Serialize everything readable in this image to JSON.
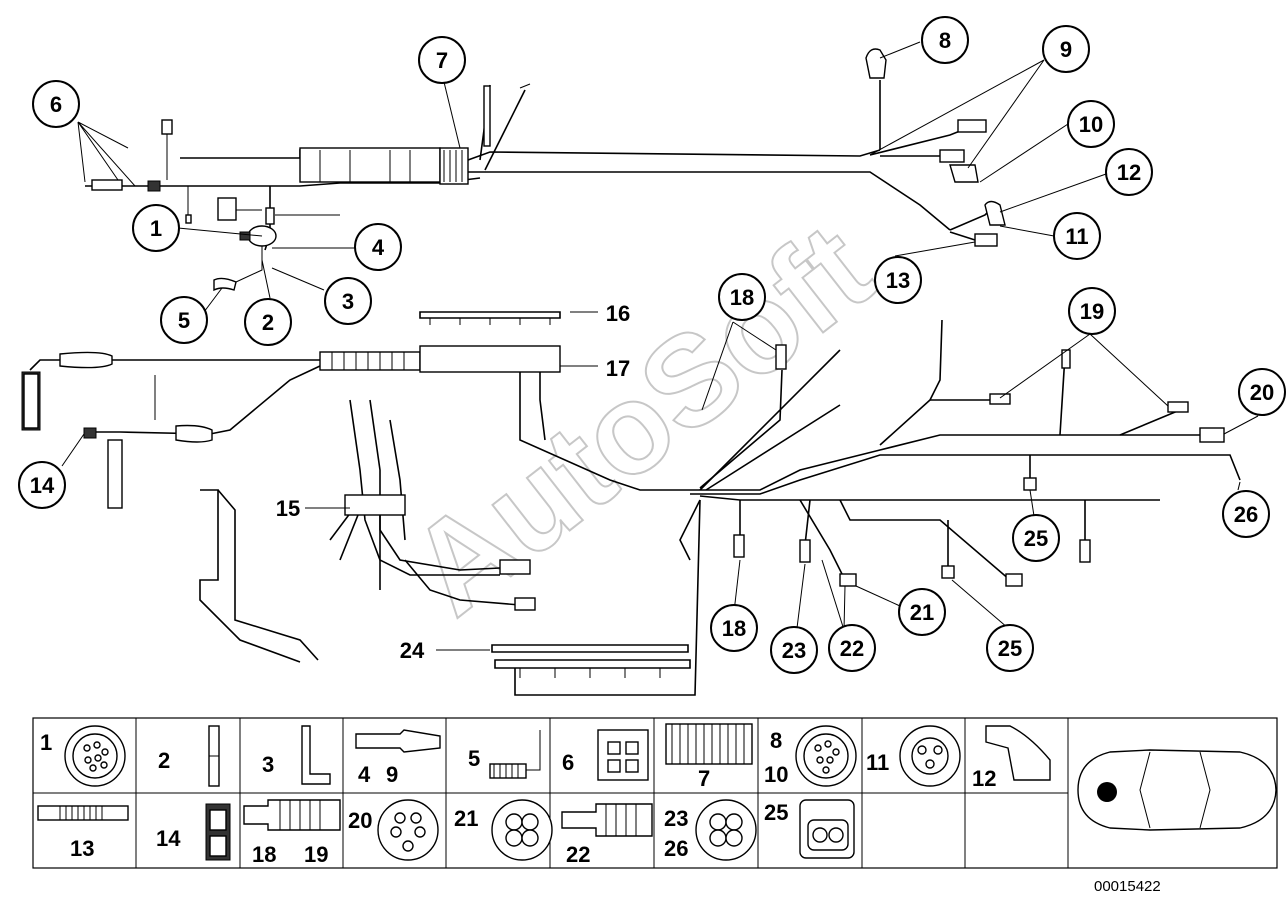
{
  "diagram": {
    "reference_number": "00015422",
    "watermark": "AutoSoft",
    "callouts": [
      {
        "id": "c1",
        "label": "1"
      },
      {
        "id": "c2",
        "label": "2"
      },
      {
        "id": "c3",
        "label": "3"
      },
      {
        "id": "c4",
        "label": "4"
      },
      {
        "id": "c5",
        "label": "5"
      },
      {
        "id": "c6",
        "label": "6"
      },
      {
        "id": "c7",
        "label": "7"
      },
      {
        "id": "c8",
        "label": "8"
      },
      {
        "id": "c9",
        "label": "9"
      },
      {
        "id": "c10",
        "label": "10"
      },
      {
        "id": "c11",
        "label": "11"
      },
      {
        "id": "c12",
        "label": "12"
      },
      {
        "id": "c13",
        "label": "13"
      },
      {
        "id": "c14",
        "label": "14"
      },
      {
        "id": "c15",
        "label": "15"
      },
      {
        "id": "c16",
        "label": "16"
      },
      {
        "id": "c17",
        "label": "17"
      },
      {
        "id": "c18a",
        "label": "18"
      },
      {
        "id": "c18b",
        "label": "18"
      },
      {
        "id": "c19",
        "label": "19"
      },
      {
        "id": "c20",
        "label": "20"
      },
      {
        "id": "c21",
        "label": "21"
      },
      {
        "id": "c22",
        "label": "22"
      },
      {
        "id": "c23",
        "label": "23"
      },
      {
        "id": "c24",
        "label": "24"
      },
      {
        "id": "c25a",
        "label": "25"
      },
      {
        "id": "c25b",
        "label": "25"
      },
      {
        "id": "c26",
        "label": "26"
      }
    ],
    "legend": [
      {
        "labels": [
          "1"
        ],
        "icon": "round-connector-icon"
      },
      {
        "labels": [
          "2"
        ],
        "icon": "bar-connector-icon"
      },
      {
        "labels": [
          "3"
        ],
        "icon": "angle-bracket-icon"
      },
      {
        "labels": [
          "4",
          "9"
        ],
        "icon": "plug-sleeve-icon"
      },
      {
        "labels": [
          "5"
        ],
        "icon": "gear-sensor-icon"
      },
      {
        "labels": [
          "6"
        ],
        "icon": "relay-socket-icon"
      },
      {
        "labels": [
          "7"
        ],
        "icon": "corrugated-tube-icon"
      },
      {
        "labels": [
          "8",
          "10"
        ],
        "icon": "round-multipin-icon"
      },
      {
        "labels": [
          "11"
        ],
        "icon": "round-4pin-icon"
      },
      {
        "labels": [
          "12"
        ],
        "icon": "angled-boot-icon"
      },
      {
        "labels": [
          "13"
        ],
        "icon": "sensor-lead-icon"
      },
      {
        "labels": [
          "14"
        ],
        "icon": "flat-2pin-icon"
      },
      {
        "labels": [
          "18",
          "19"
        ],
        "icon": "bellows-plug-icon"
      },
      {
        "labels": [
          "20"
        ],
        "icon": "round-6pin-icon"
      },
      {
        "labels": [
          "21"
        ],
        "icon": "round-quad-icon"
      },
      {
        "labels": [
          "22"
        ],
        "icon": "bellows-boot-icon"
      },
      {
        "labels": [
          "23",
          "26"
        ],
        "icon": "round-quad-large-icon"
      },
      {
        "labels": [
          "25"
        ],
        "icon": "rect-2pin-icon"
      },
      {
        "labels": [],
        "icon": ""
      },
      {
        "labels": [],
        "icon": "car-location-icon"
      }
    ]
  }
}
